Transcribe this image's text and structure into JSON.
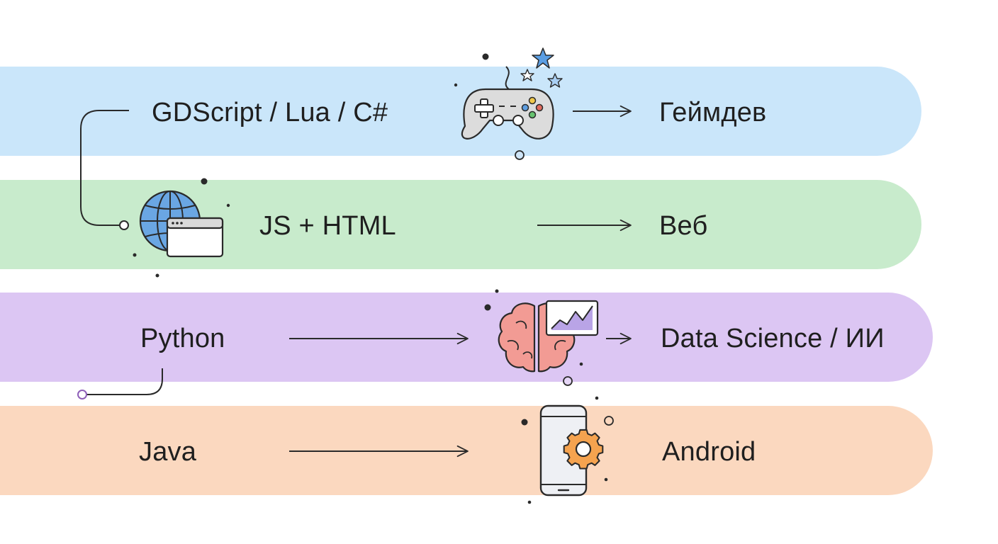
{
  "colors": {
    "gamedev": "#cae6fa",
    "web": "#c8ebcc",
    "data": "#dcc6f3",
    "android": "#fbd8bf",
    "ink": "#2a2a2a"
  },
  "rows": [
    {
      "language": "GDScript / Lua / C#",
      "field": "Геймдев",
      "icon": "gamepad-icon"
    },
    {
      "language": "JS + HTML",
      "field": "Веб",
      "icon": "globe-browser-icon"
    },
    {
      "language": "Python",
      "field": "Data Science / ИИ",
      "icon": "brain-chart-icon"
    },
    {
      "language": "Java",
      "field": "Android",
      "icon": "phone-gear-icon"
    }
  ]
}
